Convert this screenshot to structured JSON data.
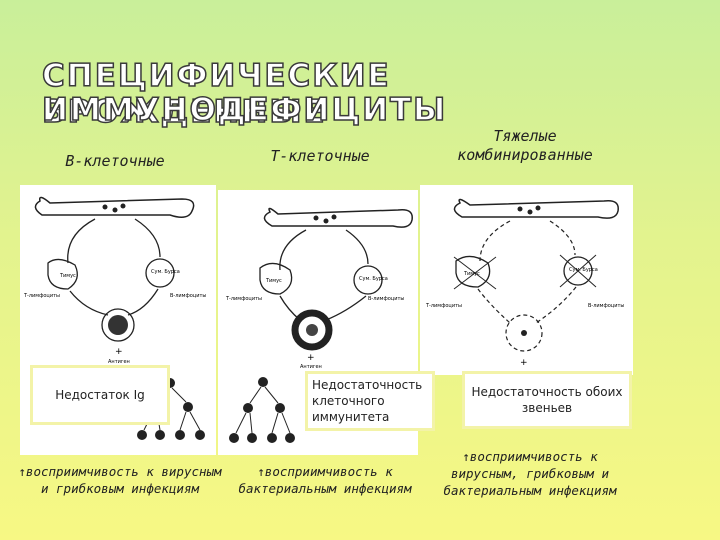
{
  "title": {
    "line1": "СПЕЦИФИЧЕСКИЕ ВРОЖДЕННЫЕ",
    "line2": "ИММУНОДЕФИЦИТЫ"
  },
  "columns": [
    {
      "heading": "В-клеточные",
      "deficiency": "Недостаток Ig",
      "susceptibility": "↑восприимчивость к вирусным и грибковым инфекциям"
    },
    {
      "heading": "Т-клеточные",
      "deficiency": "Недостаточность клеточного иммунитета",
      "susceptibility": "↑восприимчивость к бактериальным инфекциям"
    },
    {
      "heading": "Тяжелые комбинированные",
      "deficiency": "Недостаточность обоих звеньев",
      "susceptibility": "↑восприимчивость к вирусным, грибковым и бактериальным инфекциям"
    }
  ],
  "diagram_labels": {
    "thymus": "Тимус",
    "bursa": "Сум. Бурса",
    "t_lymphocytes": "Т-лимфоциты",
    "b_lymphocytes": "В-лимфоциты",
    "antigen": "Антиген"
  }
}
